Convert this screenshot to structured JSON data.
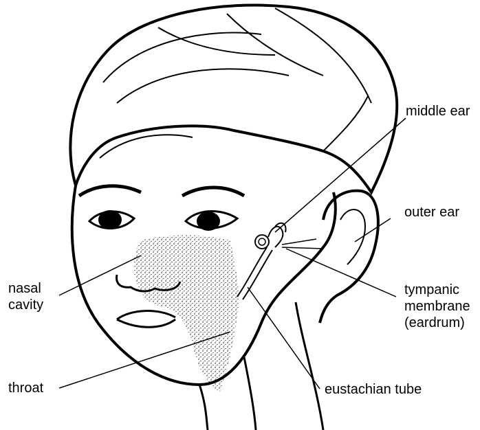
{
  "labels": {
    "middle_ear": "middle ear",
    "outer_ear": "outer ear",
    "nasal_cavity": [
      "nasal",
      "cavity"
    ],
    "tympanic_membrane": [
      "tympanic",
      "membrane",
      "(eardrum)"
    ],
    "throat": "throat",
    "eustachian_tube": "eustachian tube"
  },
  "colors": {
    "ink": "#000000",
    "background": "#ffffff"
  }
}
